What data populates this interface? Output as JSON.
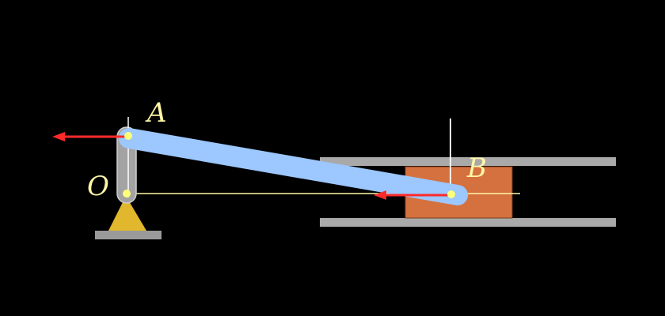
{
  "labels": {
    "point_a": "A",
    "point_b": "B",
    "point_o": "O"
  },
  "colors": {
    "background": "#000000",
    "connecting_rod": "#9cc7ff",
    "crank": "#a3a3a3",
    "slider_block": "#d5713f",
    "guide_rails": "#a9a9a9",
    "support": "#e1b72d",
    "base_plate": "#9a9a9a",
    "reference_lines": "#fff6a8",
    "velocity_arrows": "#ff2a2a",
    "joint": "#ffff7a"
  },
  "elements": [
    "connecting-rod-ab",
    "crank-oa",
    "slider-block",
    "guide-rails",
    "pivot-support",
    "velocity-arrow-a",
    "velocity-arrow-b"
  ]
}
